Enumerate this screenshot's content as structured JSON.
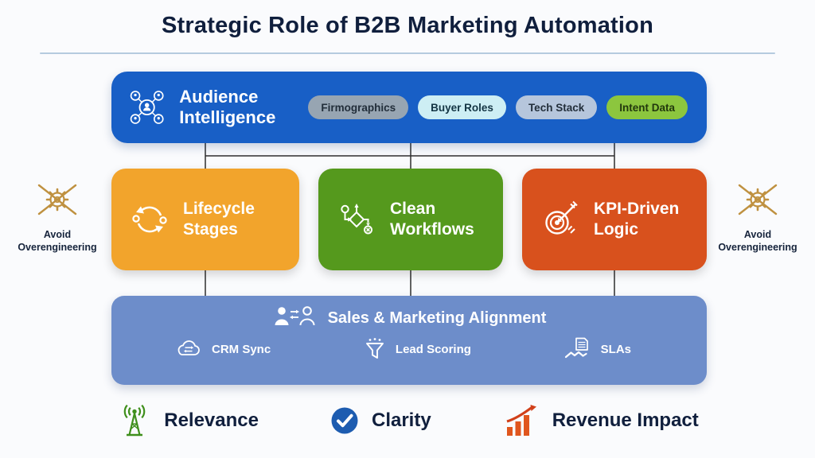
{
  "title": "Strategic Role of B2B Marketing Automation",
  "colors": {
    "audience_bg": "#185fc6",
    "pillar_orange": "#f2a42c",
    "pillar_green": "#55991d",
    "pillar_red": "#d8511d",
    "alignment_bg": "#6d8dca",
    "title_text": "#101f3d",
    "connector": "#2f2f2f",
    "warning_gold": "#bf9140",
    "legend_green": "#3f8f1c",
    "legend_blue": "#1d5cb0",
    "legend_red": "#d8511d"
  },
  "audience": {
    "icon": "audience-network-icon",
    "title": "Audience Intelligence",
    "pills": [
      {
        "label": "Firmographics",
        "bg": "#97a5b2",
        "fg": "#222e3a"
      },
      {
        "label": "Buyer Roles",
        "bg": "#cdeef4",
        "fg": "#143544"
      },
      {
        "label": "Tech Stack",
        "bg": "#b6c6dc",
        "fg": "#222e3a"
      },
      {
        "label": "Intent Data",
        "bg": "#8cc63e",
        "fg": "#22380d"
      }
    ]
  },
  "pillars": [
    {
      "icon": "lifecycle-icon",
      "title": "Lifecycle Stages",
      "bg": "#f2a42c"
    },
    {
      "icon": "workflow-icon",
      "title": "Clean Workflows",
      "bg": "#55991d"
    },
    {
      "icon": "target-icon",
      "title": "KPI-Driven Logic",
      "bg": "#d8511d"
    }
  ],
  "warning": {
    "icon": "gear-crossed-icon",
    "label": "Avoid Overengineering"
  },
  "alignment": {
    "icon": "sales-marketing-people-icon",
    "title": "Sales & Marketing Alignment",
    "items": [
      {
        "icon": "crm-sync-icon",
        "label": "CRM Sync"
      },
      {
        "icon": "lead-scoring-icon",
        "label": "Lead Scoring"
      },
      {
        "icon": "slas-icon",
        "label": "SLAs"
      }
    ]
  },
  "legend": {
    "items": [
      {
        "icon": "antenna-icon",
        "label": "Relevance",
        "color": "#3f8f1c"
      },
      {
        "icon": "check-circle-icon",
        "label": "Clarity",
        "color": "#1d5cb0"
      },
      {
        "icon": "growth-chart-icon",
        "label": "Revenue Impact",
        "color": "#d8511d"
      }
    ]
  }
}
